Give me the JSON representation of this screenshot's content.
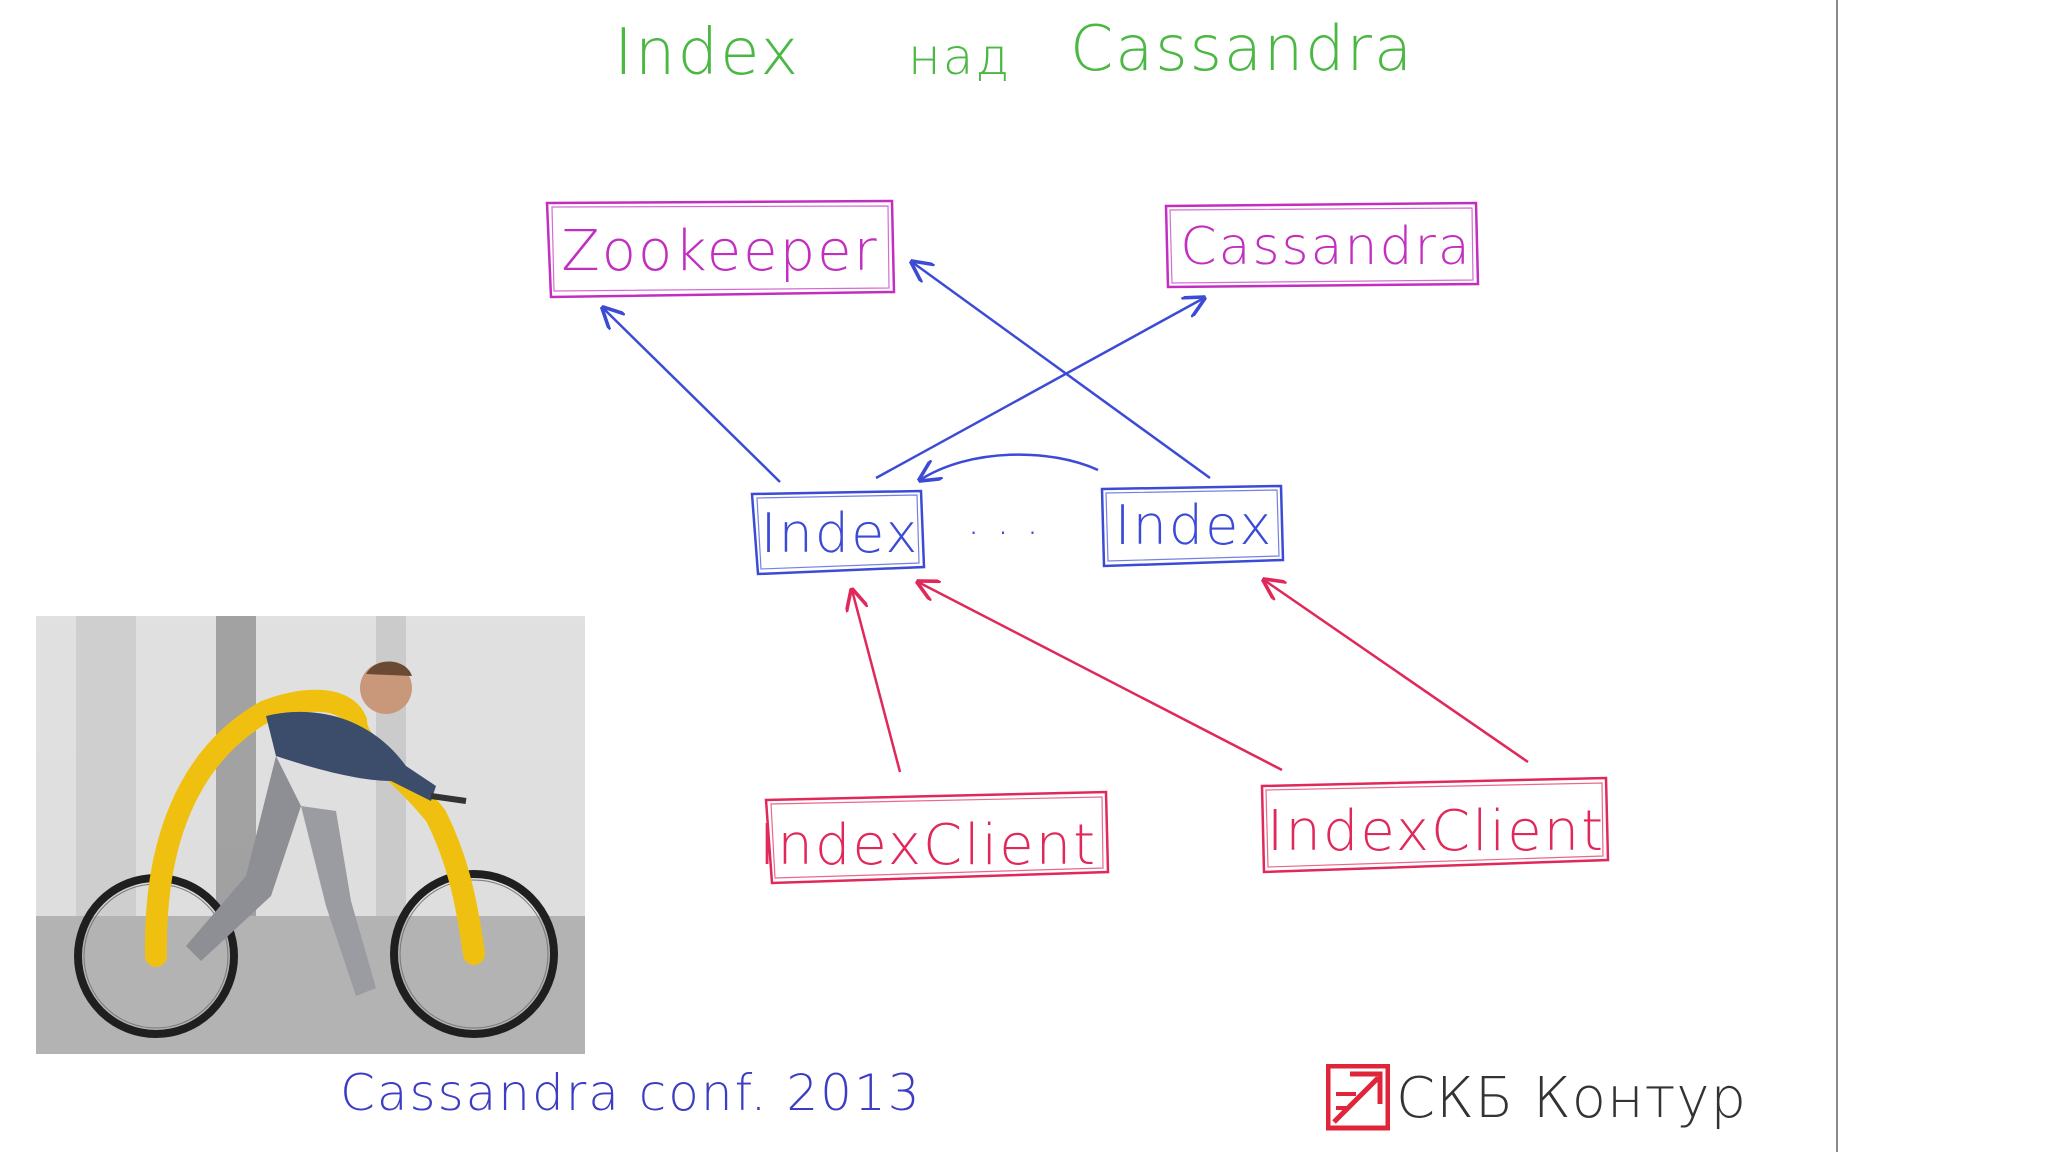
{
  "slide": {
    "title_left": "Index",
    "title_mid": "над",
    "title_right": "Cassandra",
    "footer": "Cassandra conf. 2013",
    "logo_text": "СКБ Контур",
    "logo_icon": "skb-kontur-logo-icon",
    "photo_icon": "person-on-pedal-less-bicycle-photo"
  },
  "diagram": {
    "zookeeper": "Zookeeper",
    "cassandra": "Cassandra",
    "index_left": "Index",
    "index_right": "Index",
    "ellipsis": ". . .",
    "client_left": "IndexClient",
    "client_right": "IndexClient"
  },
  "colors": {
    "title": "#4bb843",
    "purple": "#c22fc0",
    "blue": "#3b4bd6",
    "red": "#e0285a",
    "footer": "#3d3cc4",
    "logo_red": "#e0253a",
    "divider": "#8a8a8a"
  }
}
